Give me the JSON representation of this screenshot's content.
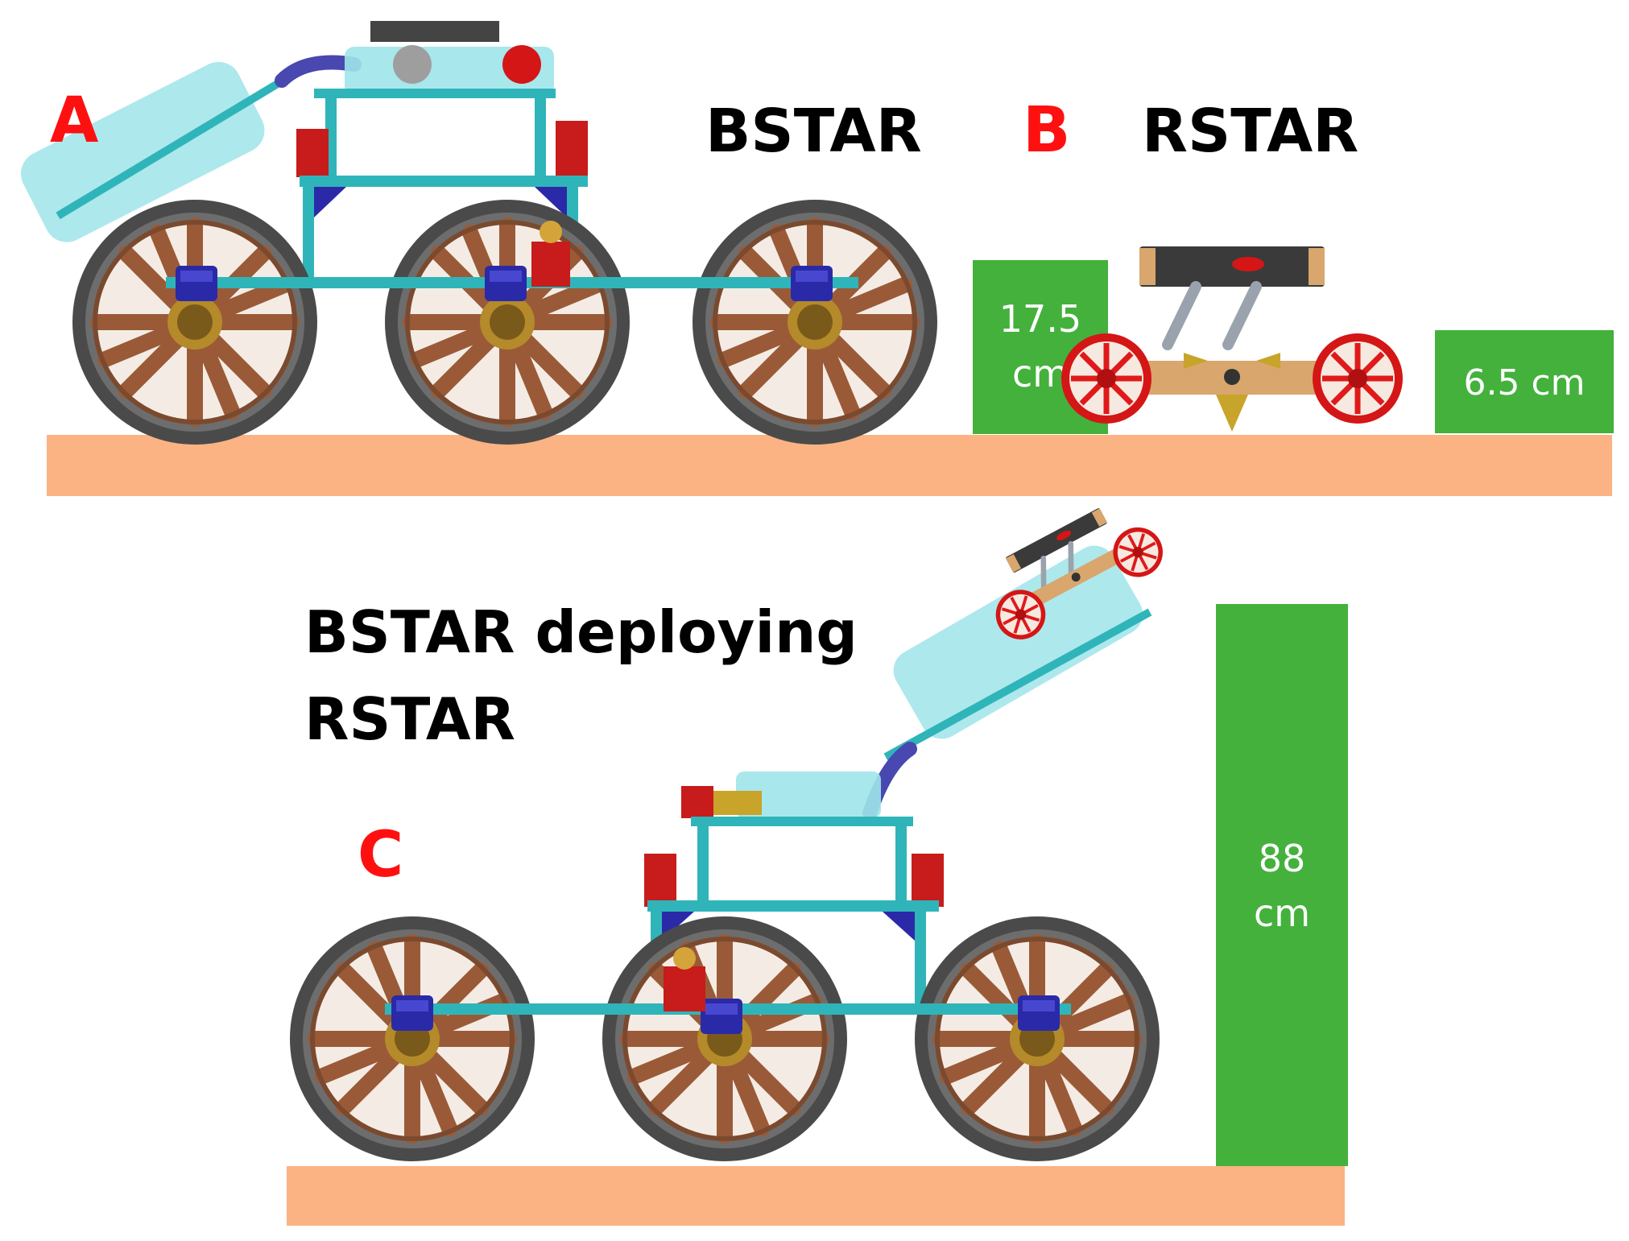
{
  "panels": {
    "a": {
      "letter": "A"
    },
    "b": {
      "letter": "B"
    },
    "c": {
      "letter": "C"
    }
  },
  "titles": {
    "bstar": "BSTAR",
    "rstar": "RSTAR",
    "deploying_line1": "BSTAR deploying",
    "deploying_line2": "RSTAR"
  },
  "dimensions": {
    "bstar_height_line1": "17.5",
    "bstar_height_line2": "cm",
    "rstar_height": "6.5 cm",
    "deploy_height_line1": "88",
    "deploy_height_line2": "cm"
  },
  "colors": {
    "panel_letter": "#ff1010",
    "dimension_block": "#44b13c",
    "ground": "#fbb383",
    "frame": "#2fb5b9",
    "ramp": "#9fe4ea",
    "tire": "#3f3f3f",
    "spoke": "#9a5a38",
    "hub": "#2a2aa8",
    "bracket": "#c81b1b",
    "rstar_wheel": "#e01a1a",
    "rstar_body": "#d9a66d"
  }
}
